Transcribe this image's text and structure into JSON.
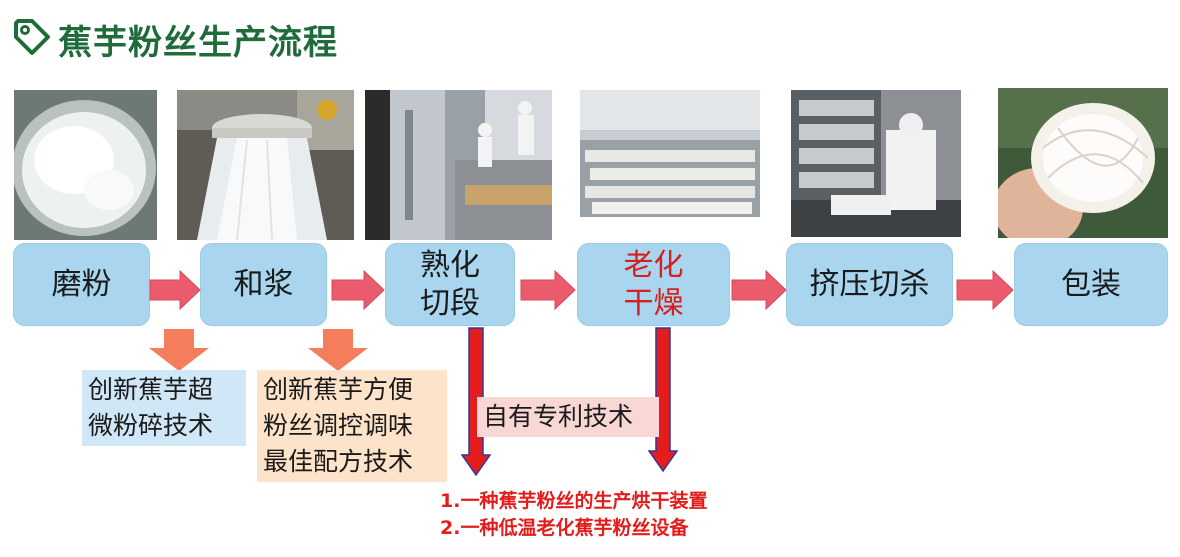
{
  "title": "蕉芋粉丝生产流程",
  "photos": [
    {
      "name": "powder-photo"
    },
    {
      "name": "mixing-photo"
    },
    {
      "name": "cooking-photo"
    },
    {
      "name": "drying-photo"
    },
    {
      "name": "cutting-photo"
    },
    {
      "name": "noodle-photo"
    }
  ],
  "steps": {
    "s1": {
      "line1": "磨粉",
      "line2": ""
    },
    "s2": {
      "line1": "和浆",
      "line2": ""
    },
    "s3": {
      "line1": "熟化",
      "line2": "切段"
    },
    "s4": {
      "line1": "老化",
      "line2": "干燥"
    },
    "s5": {
      "line1": "挤压切杀",
      "line2": ""
    },
    "s6": {
      "line1": "包装",
      "line2": ""
    }
  },
  "notes": {
    "n1": {
      "line1": "创新蕉芋超",
      "line2": "微粉碎技术"
    },
    "n2": {
      "line1": "创新蕉芋方便",
      "line2": "粉丝调控调味",
      "line3": "最佳配方技术"
    },
    "n3": {
      "line1": "自有专利技术"
    }
  },
  "patents": {
    "p1": "1.一种蕉芋粉丝的生产烘干装置",
    "p2": "2.一种低温老化蕉芋粉丝设备"
  },
  "colors": {
    "title": "#1f6b3a",
    "step_fill": "#a9d6ee",
    "flow_arrow": "#ea5b6d",
    "down_arrow_orange": "#f47d5c",
    "patent_arrow": "#e51c1c",
    "patent_text": "#e51c1c"
  }
}
